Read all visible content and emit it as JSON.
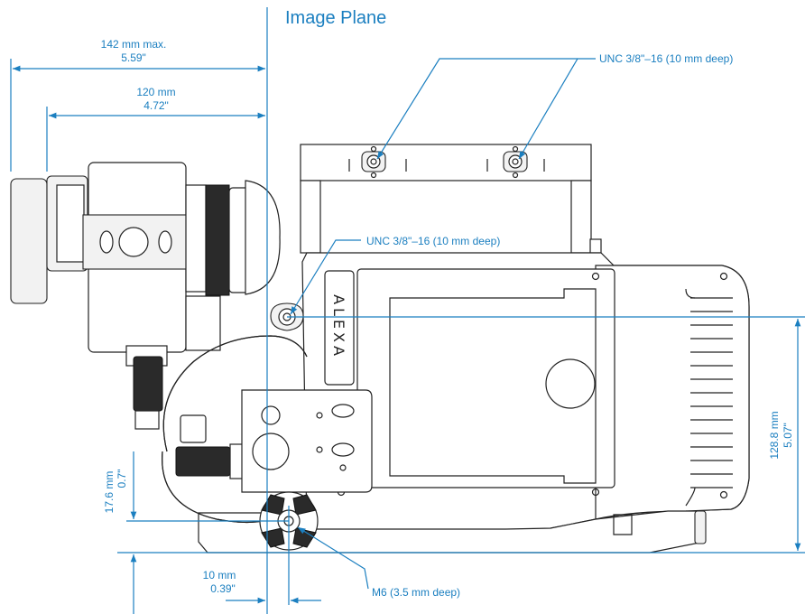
{
  "title": "Image Plane",
  "colors": {
    "dimension": "#1b7fc0",
    "drawing": "#222222",
    "background": "#ffffff"
  },
  "dimensions": {
    "overall_max": {
      "mm": "142 mm max.",
      "inch": "5.59\""
    },
    "viewfinder": {
      "mm": "120 mm",
      "inch": "4.72\""
    },
    "height": {
      "mm": "128.8  mm",
      "inch": "5.07\""
    },
    "mount_height": {
      "mm": "17.6 mm",
      "inch": "0.7\""
    },
    "mount_offset": {
      "mm": "10 mm",
      "inch": "0.39\""
    }
  },
  "callouts": {
    "top_threads": "UNC 3/8\"–16 (10 mm deep)",
    "side_thread": "UNC 3/8\"–16 (10 mm deep)",
    "bottom_thread": "M6 (3.5 mm deep)"
  },
  "brand_logo": "ALEXA"
}
